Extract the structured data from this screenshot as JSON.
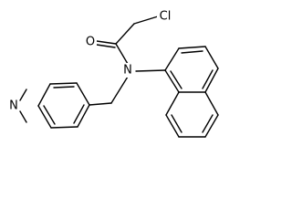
{
  "molecule": {
    "atoms": {
      "chlorine": "Cl",
      "oxygen": "O",
      "amide_nitrogen": "N",
      "pyridine_nitrogen": "N"
    }
  },
  "colors": {
    "bond": "#000000",
    "background": "#ffffff"
  }
}
